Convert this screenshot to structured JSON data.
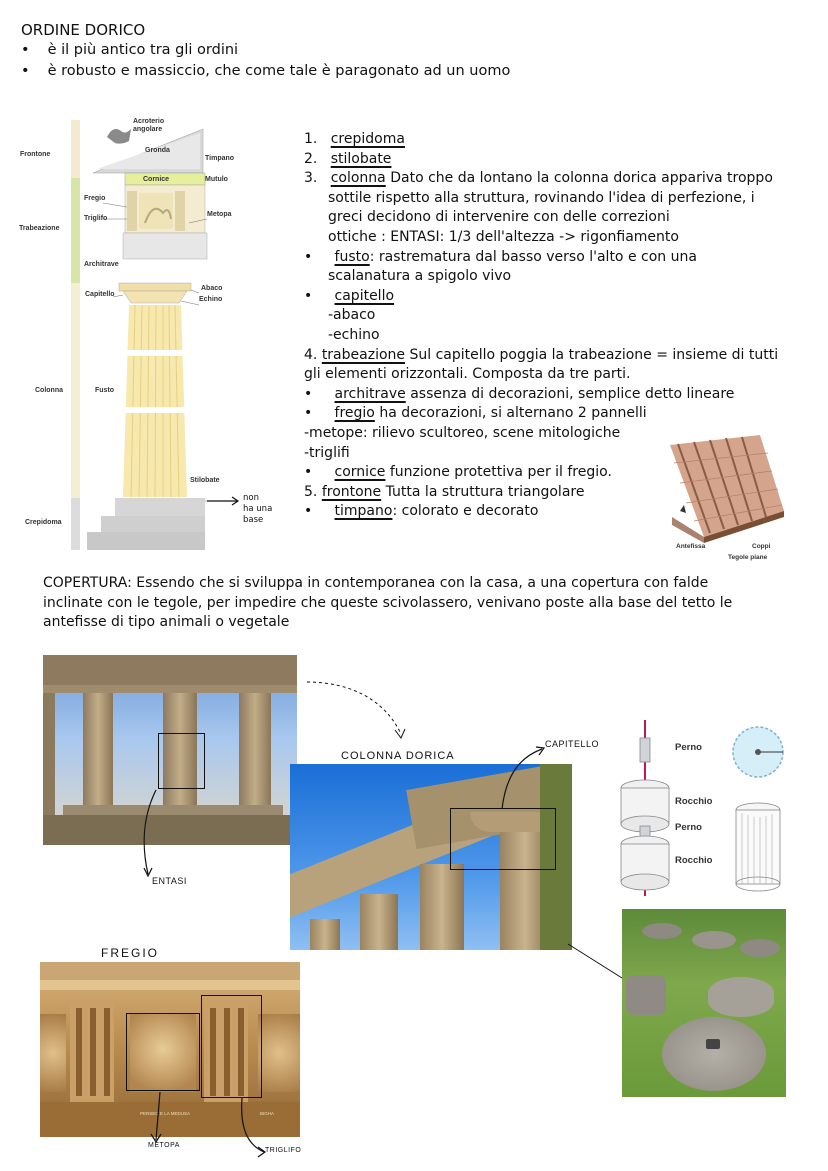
{
  "header": {
    "title": "ORDINE DORICO",
    "bullets": [
      "è il più antico tra gli ordini",
      "è robusto e massiccio, che come tale è paragonato ad un uomo"
    ]
  },
  "diagram": {
    "left_labels": {
      "frontone": "Frontone",
      "trabeazione": "Trabeazione",
      "colonna": "Colonna",
      "crepidoma": "Crepidoma"
    },
    "parts": {
      "acroterio": "Acroterio angolare",
      "gronda": "Gronda",
      "timpano": "Timpano",
      "cornice": "Cornice",
      "mutulo": "Mutulo",
      "fregio": "Fregio",
      "triglifo": "Triglifo",
      "metopa": "Metopa",
      "architrave": "Architrave",
      "abaco": "Abaco",
      "echino": "Echino",
      "capitello": "Capitello",
      "fusto": "Fusto",
      "stilobate": "Stilobate"
    },
    "note": [
      "non",
      "ha una",
      "base"
    ]
  },
  "list": {
    "i1_num": "1.",
    "i1": "crepidoma",
    "i2_num": "2.",
    "i2": "stilobate",
    "i3_num": "3.",
    "i3_term": "colonna",
    "i3_l1": " Dato che da lontano la colonna dorica appariva troppo",
    "i3_l2": "sottile rispetto alla struttura, rovinando l'idea di perfezione, i",
    "i3_l3": "greci decidono di intervenire con delle correzioni",
    "i3_l4": "ottiche : ENTASI: 1/3 dell'altezza -> rigonfiamento",
    "fusto_term": "fusto",
    "fusto_l1": ": rastrematura dal basso verso l'alto e con una",
    "fusto_l2": "scalanatura a spigolo vivo",
    "capitello_term": "capitello",
    "abaco": "-abaco",
    "echino": "-echino",
    "i4_num": "4.",
    "i4_term": "trabeazione",
    "i4_l1": " Sul capitello poggia la trabeazione = insieme di tutti",
    "i4_l2": "gli elementi orizzontali.  Composta da tre parti.",
    "architrave_term": "architrave",
    "architrave_rest": " assenza di decorazioni, semplice detto lineare",
    "fregio_term": "fregio",
    "fregio_rest": " ha decorazioni, si alternano 2 pannelli",
    "metope": "-metope: rilievo scultoreo, scene mitologiche",
    "triglifi": "-triglifi",
    "cornice_term": "cornice",
    "cornice_rest": " funzione protettiva per il fregio.",
    "i5_num": "5.",
    "i5_term": "frontone",
    "i5_rest": " Tutta la struttura triangolare",
    "timpano_term": "timpano",
    "timpano_rest": ":  colorato e decorato"
  },
  "roof_diagram": {
    "antefissa": "Antefissa",
    "coppi": "Coppi",
    "tegole": "Tegole piane"
  },
  "copertura": {
    "l1": "COPERTURA:  Essendo che si sviluppa in contemporanea con la casa, a una copertura con falde",
    "l2": "inclinate con le tegole, per impedire che queste scivolassero, venivano poste alla base del tetto le",
    "l3": "antefisse di tipo animali o vegetale"
  },
  "photos": {
    "entasi": "ENTASI",
    "colonna_dorica": "COLONNA DORICA",
    "capitello": "CAPITELLO",
    "fregio": "FREGIO",
    "metopa": "METOPA",
    "triglifo": "TRIGLIFO",
    "frieze_caption_left": "PERSEO E LA MEDUSA",
    "frieze_caption_right": "BIGHA"
  },
  "drum_diagram": {
    "perno1": "Perno",
    "rocchio1": "Rocchio",
    "perno2": "Perno",
    "rocchio2": "Rocchio"
  }
}
